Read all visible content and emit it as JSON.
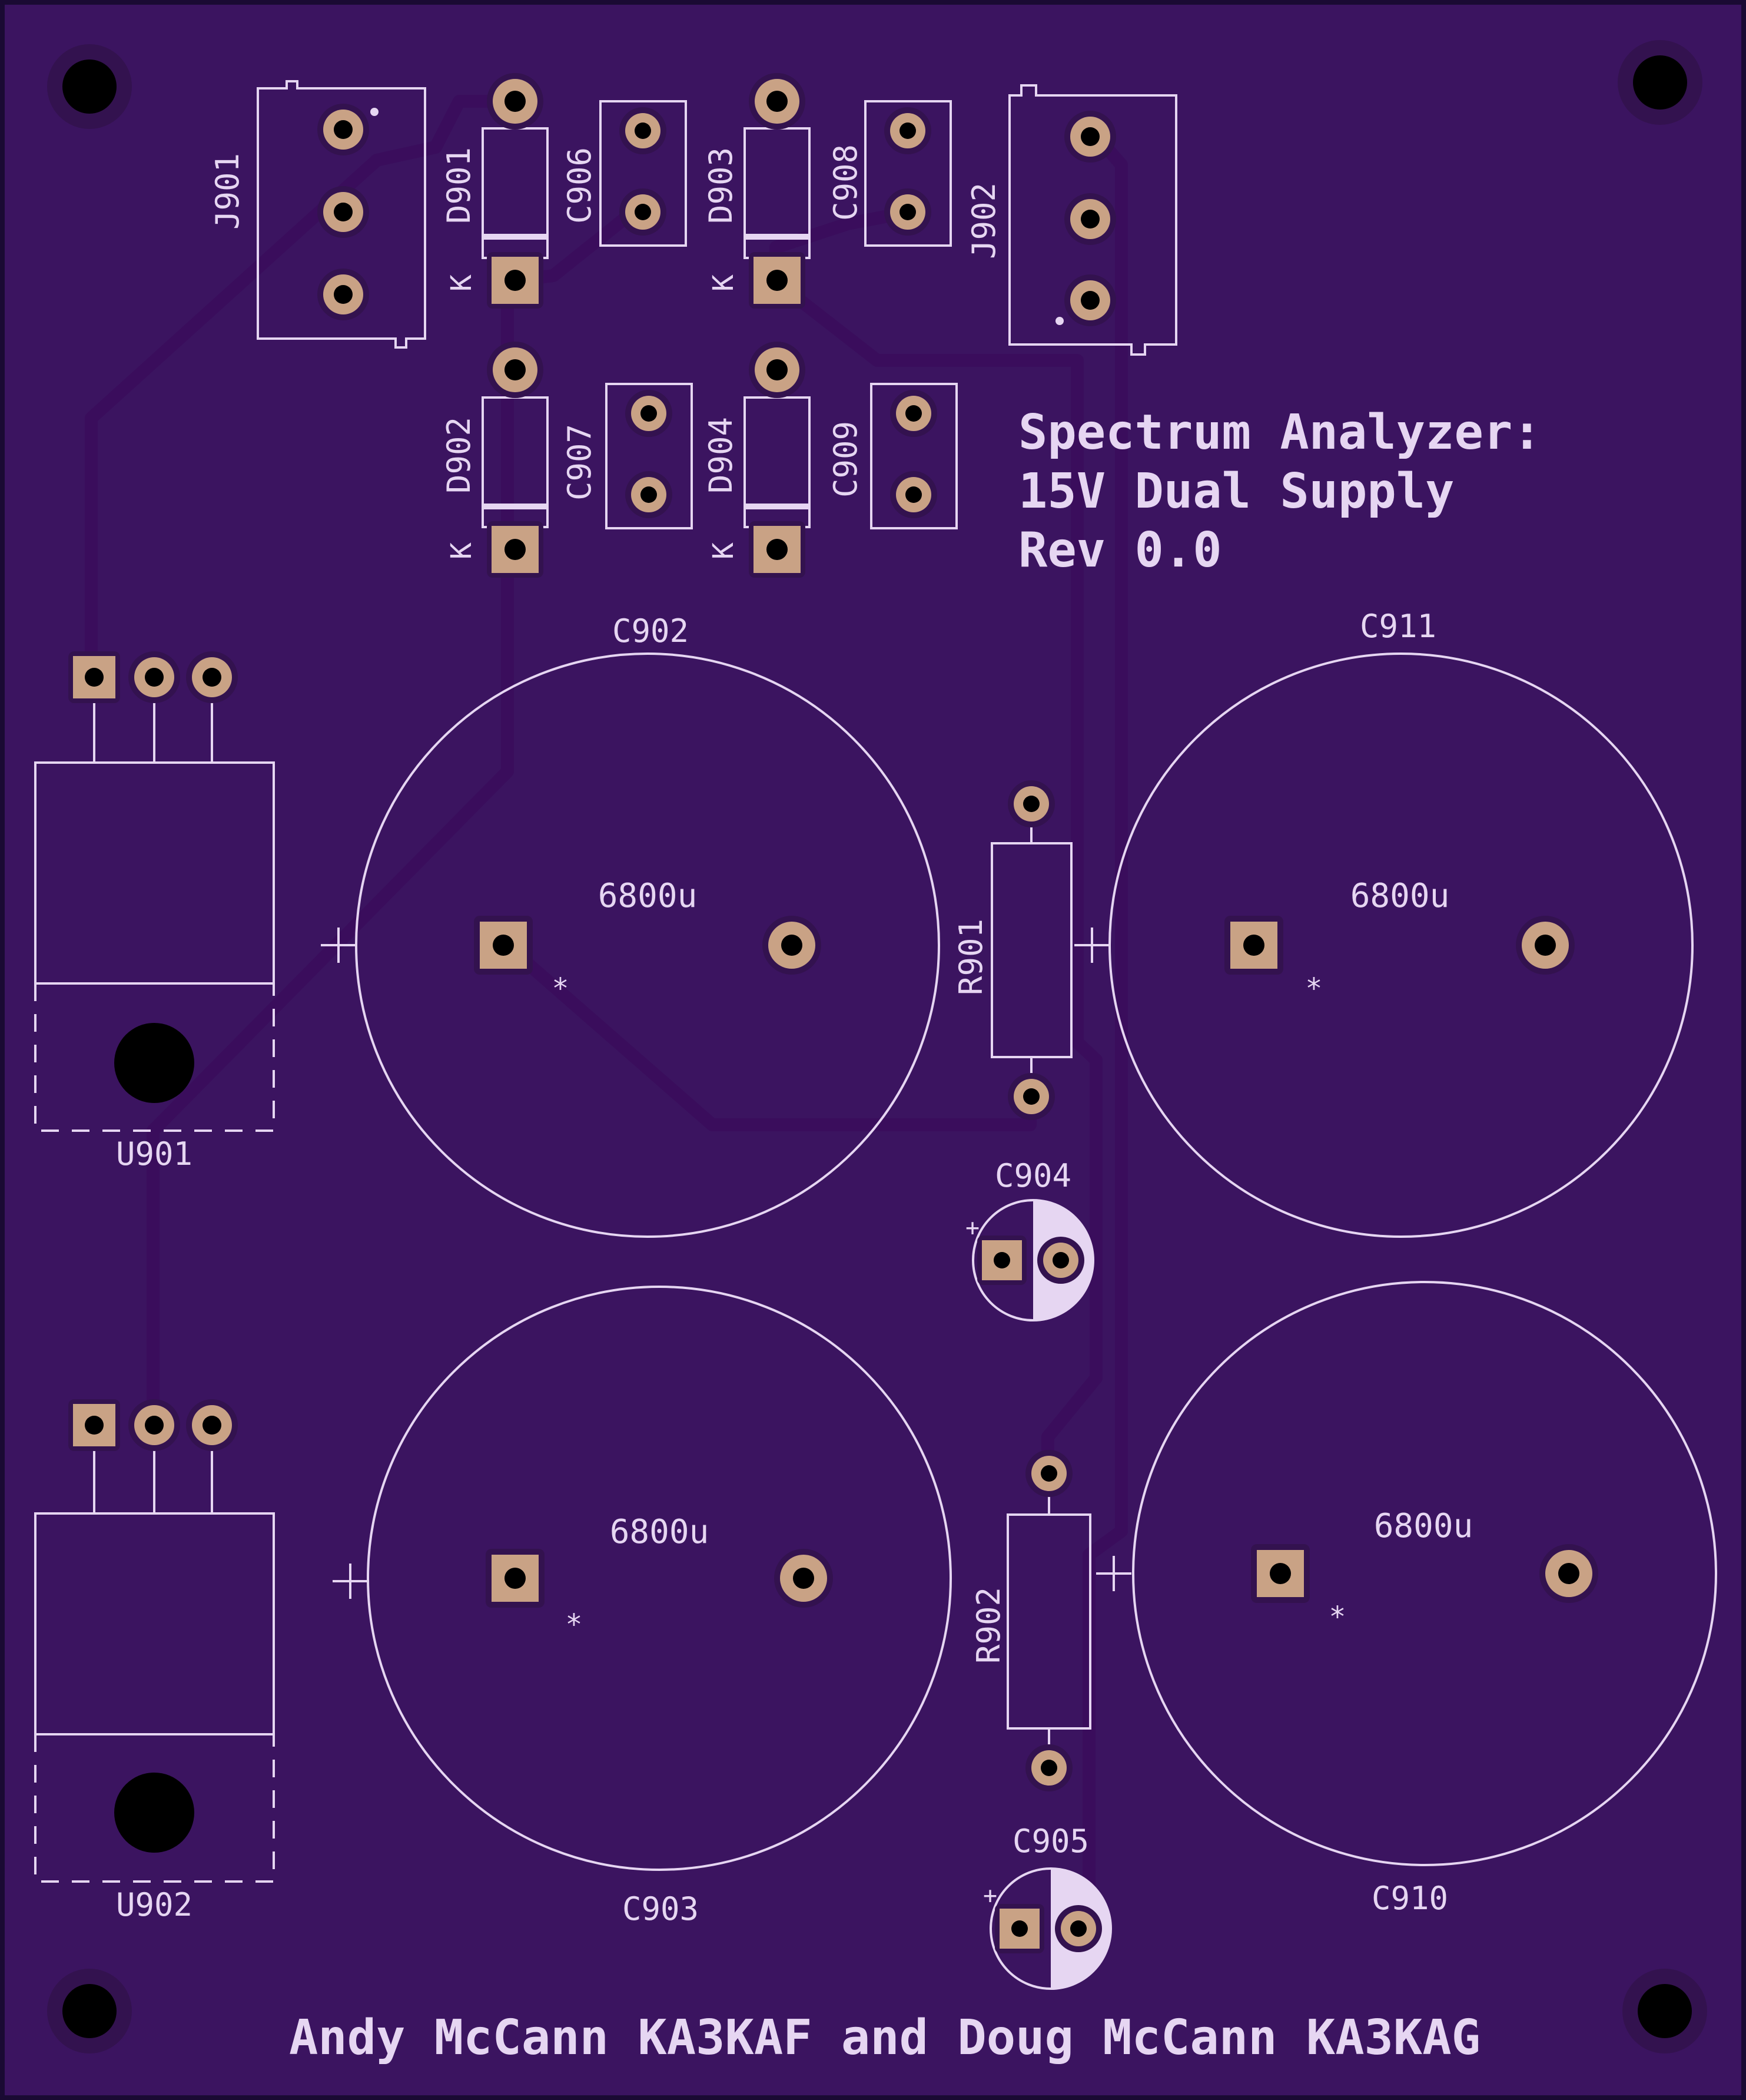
{
  "board": {
    "title_lines": [
      "Spectrum Analyzer:",
      "15V Dual Supply",
      "Rev 0.0"
    ],
    "credits": "Andy McCann KA3KAF and Doug McCann KA3KAG",
    "colors": {
      "substrate": "#3b1460",
      "silkscreen": "#e6d6f2",
      "copper": "#c9a285",
      "trace": "#3a0d5c",
      "edge": "#1a0a33"
    }
  },
  "refdes": {
    "j901": "J901",
    "j902": "J902",
    "d901": "D901",
    "d902": "D902",
    "d903": "D903",
    "d904": "D904",
    "c906": "C906",
    "c907": "C907",
    "c908": "C908",
    "c909": "C909",
    "c902": "C902",
    "c903": "C903",
    "c904": "C904",
    "c905": "C905",
    "c910": "C910",
    "c911": "C911",
    "r901": "R901",
    "r902": "R902",
    "u901": "U901",
    "u902": "U902"
  },
  "values": {
    "c902": "6800u",
    "c903": "6800u",
    "c910": "6800u",
    "c911": "6800u"
  },
  "marks": {
    "cathode": "K",
    "plus": "+",
    "pin1": "*"
  }
}
